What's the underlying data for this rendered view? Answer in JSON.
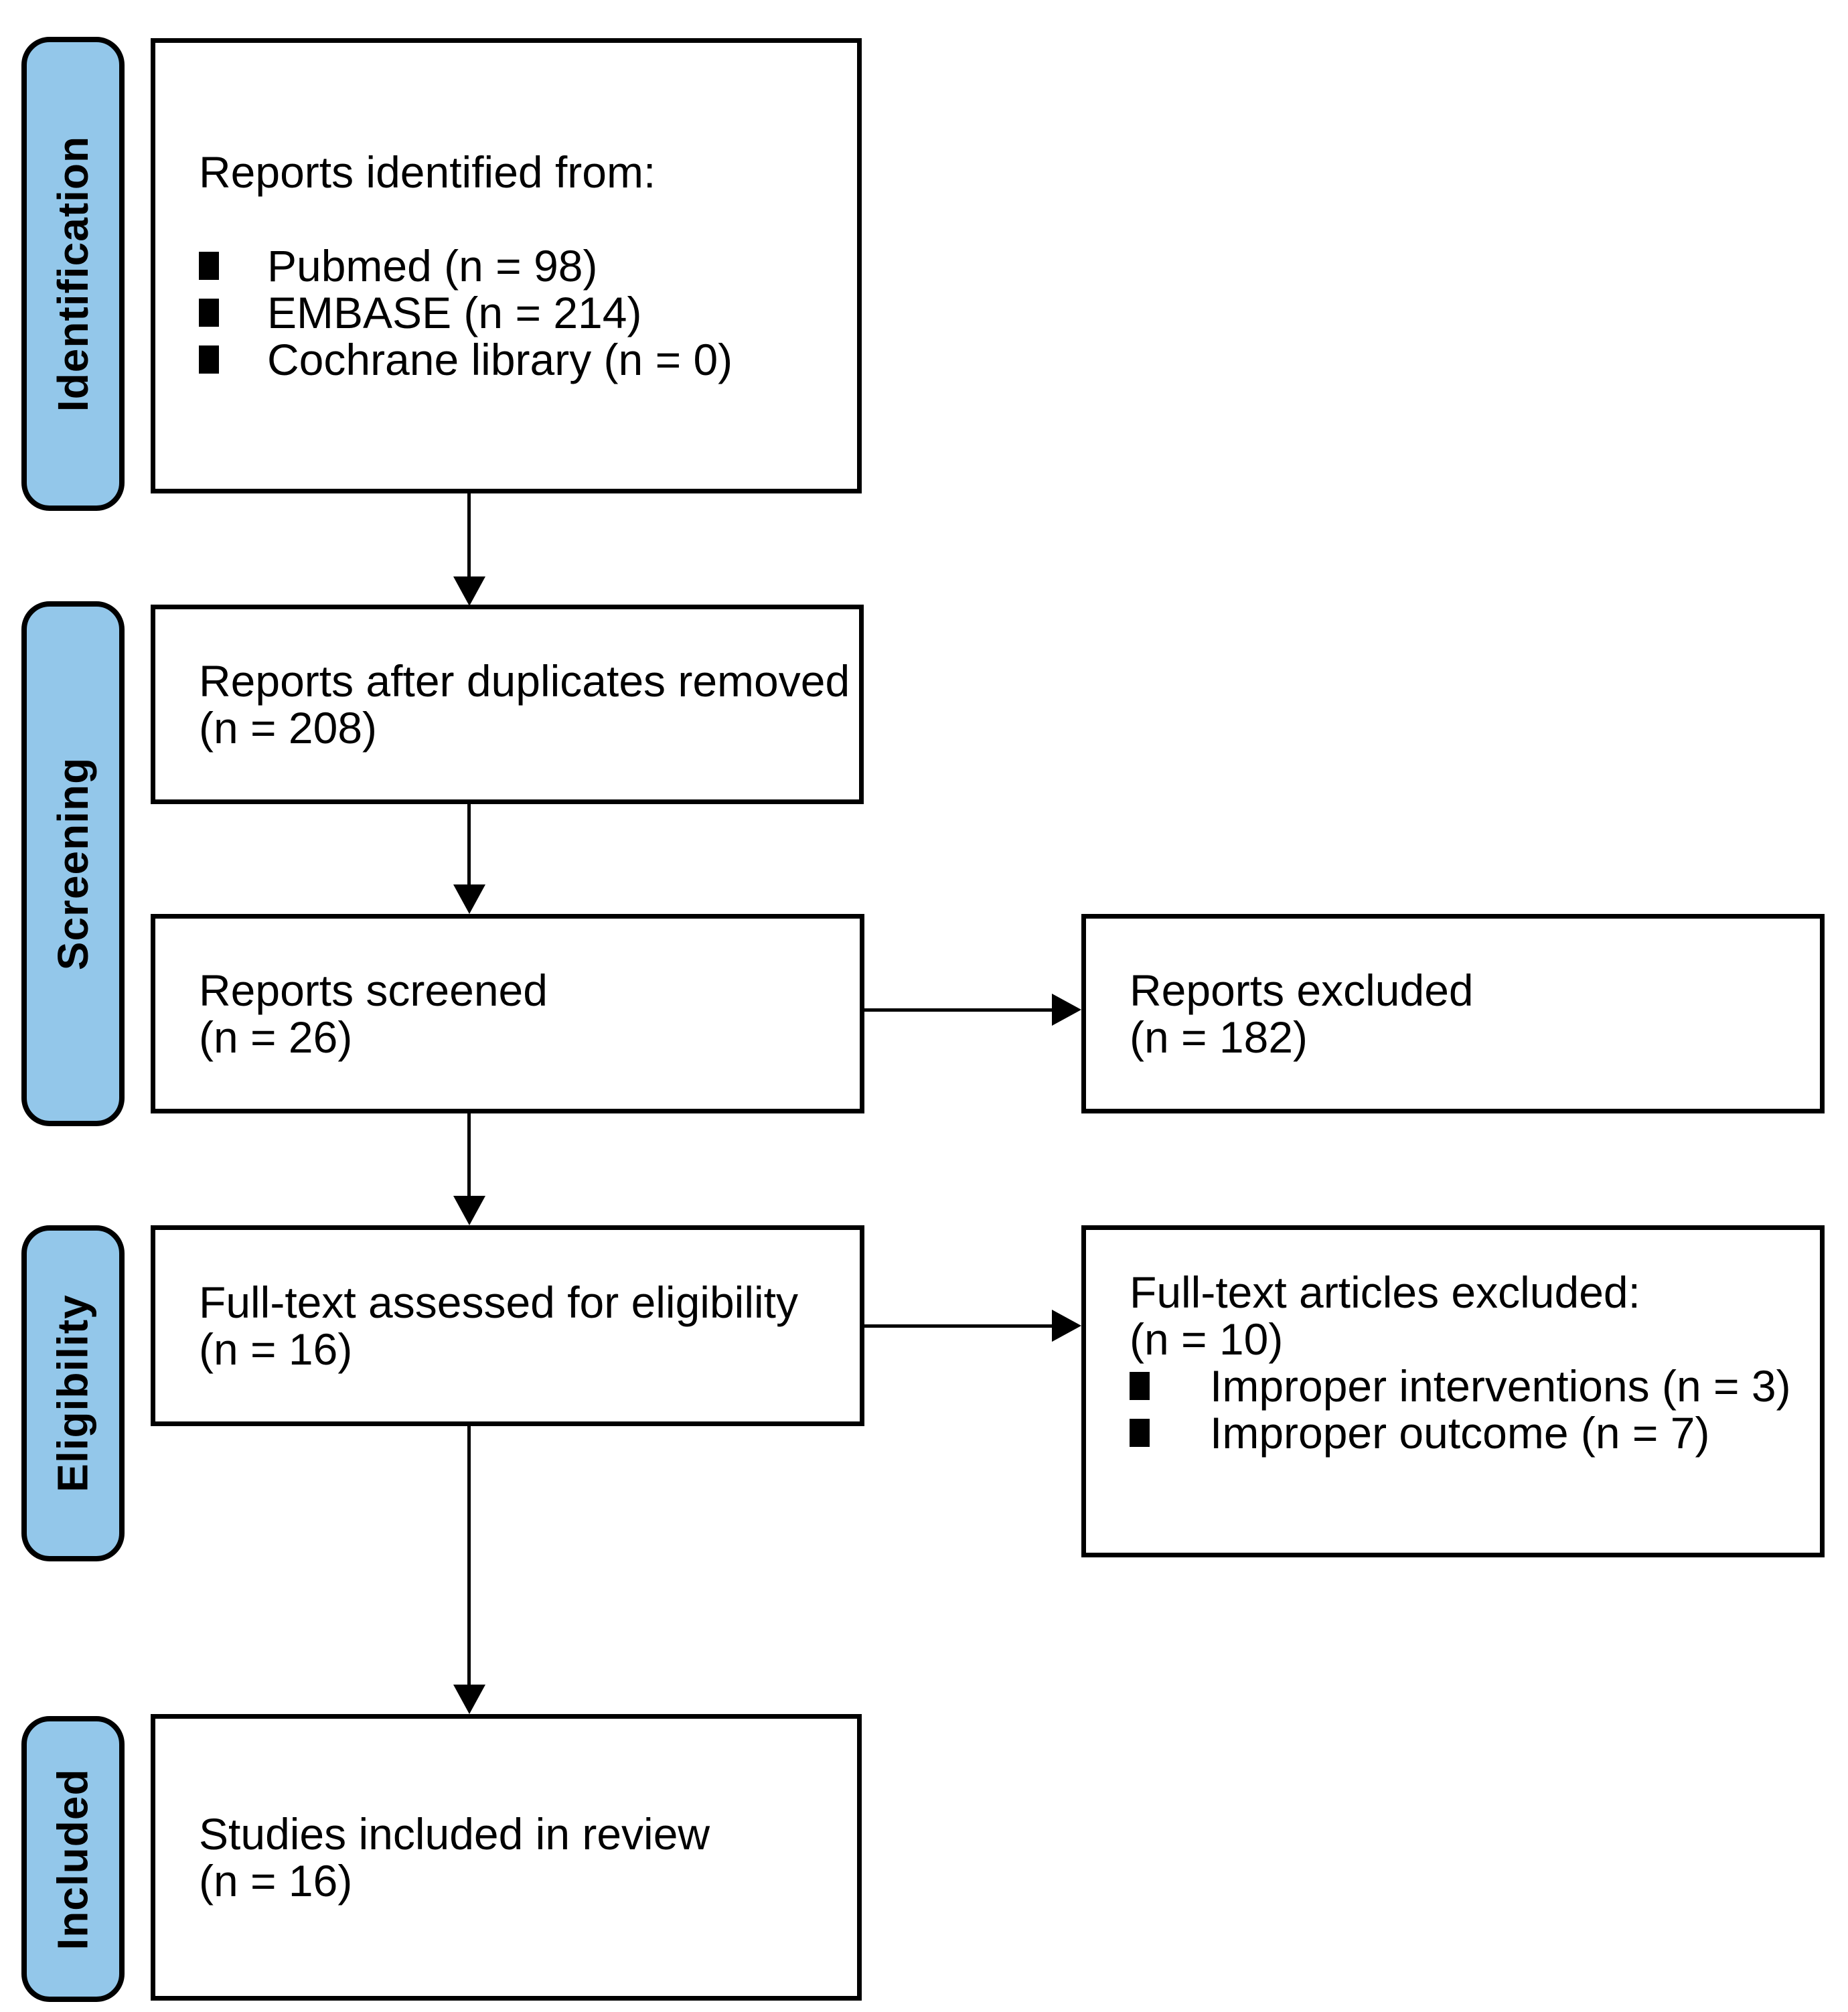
{
  "colors": {
    "stage_fill": "#93C7EA",
    "line_color": "#000000",
    "box_background": "#FFFFFF"
  },
  "stages": [
    {
      "label": "Identification"
    },
    {
      "label": "Screening"
    },
    {
      "label": "Eligibility"
    },
    {
      "label": "Included"
    }
  ],
  "boxes": {
    "identified": {
      "heading": "Reports identified from:",
      "items": [
        "Pubmed (n = 98)",
        "EMBASE (n = 214)",
        "Cochrane library (n = 0)"
      ]
    },
    "duplicates_removed": {
      "lines": [
        "Reports after duplicates removed",
        "(n = 208)"
      ]
    },
    "screened": {
      "lines": [
        "Reports screened",
        "(n = 26)"
      ]
    },
    "reports_excluded": {
      "lines": [
        "Reports excluded",
        "(n = 182)"
      ]
    },
    "fulltext_assessed": {
      "lines": [
        "Full-text assessed for eligibility",
        "(n = 16)"
      ]
    },
    "fulltext_excluded": {
      "heading": "Full-text articles excluded:",
      "subheading": "(n = 10)",
      "items": [
        "Improper interventions (n = 3)",
        "Improper outcome (n = 7)"
      ]
    },
    "included_in_review": {
      "lines": [
        "Studies included in review",
        "(n = 16)"
      ]
    }
  }
}
